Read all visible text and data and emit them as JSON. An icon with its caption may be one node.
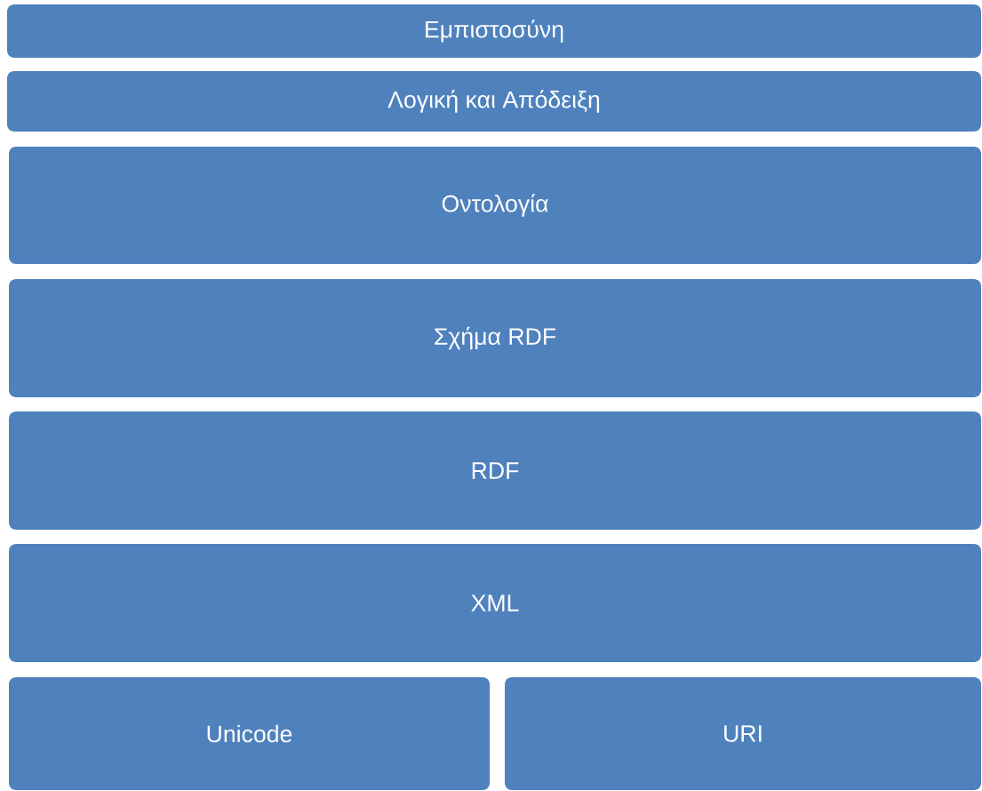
{
  "diagram": {
    "nodes": [
      {
        "text": [
          "Εμπιστοσύνη"
        ]
      },
      {
        "text": [
          "Λογική και Απόδειξη"
        ]
      },
      {
        "text": [
          "Οντολογία"
        ]
      },
      {
        "text": [
          "Σχήμα RDF"
        ]
      },
      {
        "text": [
          "RDF"
        ]
      },
      {
        "text": [
          "XML"
        ]
      },
      {
        "text": [
          "Unicode"
        ]
      },
      {
        "text": [
          "URI"
        ]
      }
    ]
  }
}
